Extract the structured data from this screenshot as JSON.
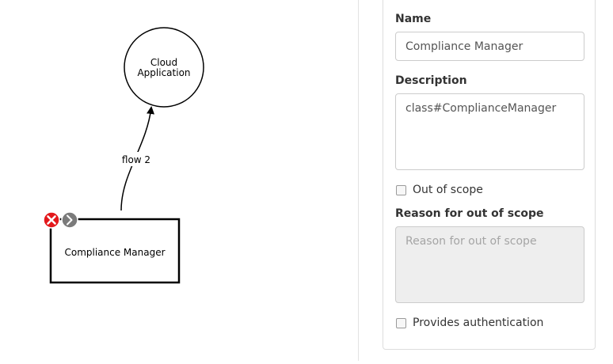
{
  "diagram": {
    "process": {
      "label": "Cloud Application",
      "lines": [
        "Cloud",
        "Application"
      ]
    },
    "flow": {
      "label": "flow 2"
    },
    "actor": {
      "label": "Compliance Manager"
    },
    "tools": {
      "delete_icon": "delete-circle-icon",
      "next_icon": "chevron-right-icon"
    }
  },
  "properties": {
    "name_label": "Name",
    "name_value": "Compliance Manager",
    "description_label": "Description",
    "description_value": "class#ComplianceManager",
    "out_of_scope_label": "Out of scope",
    "out_of_scope_checked": false,
    "reason_label": "Reason for out of scope",
    "reason_placeholder": "Reason for out of scope",
    "provides_auth_label": "Provides authentication",
    "provides_auth_checked": false
  }
}
